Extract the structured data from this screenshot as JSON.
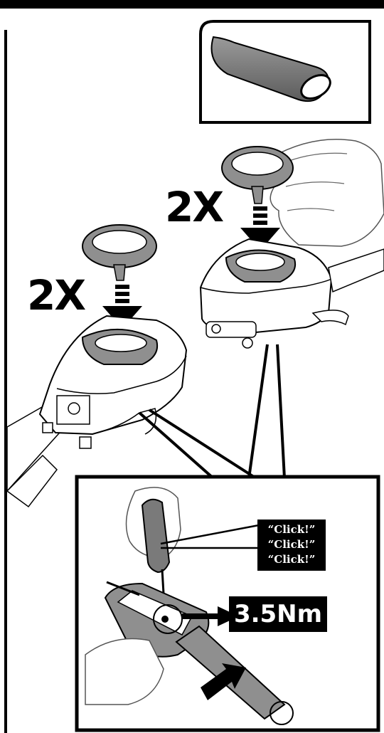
{
  "labels": {
    "repeat_upper": "2X",
    "repeat_lower": "2X",
    "torque": "3.5Nm",
    "clicks": [
      "“Click!”",
      "“Click!”",
      "“Click!”"
    ]
  },
  "colors": {
    "ink": "#000000",
    "strap_gray": "#8f8f8f",
    "strap_dark": "#6e6e6e",
    "paper": "#ffffff"
  },
  "icons": {
    "arrow_down": "arrow-down-icon",
    "push_arrow": "arrow-up-left-icon",
    "screwdriver": "screwdriver-icon",
    "rotation": "rotation-arrow-icon"
  }
}
